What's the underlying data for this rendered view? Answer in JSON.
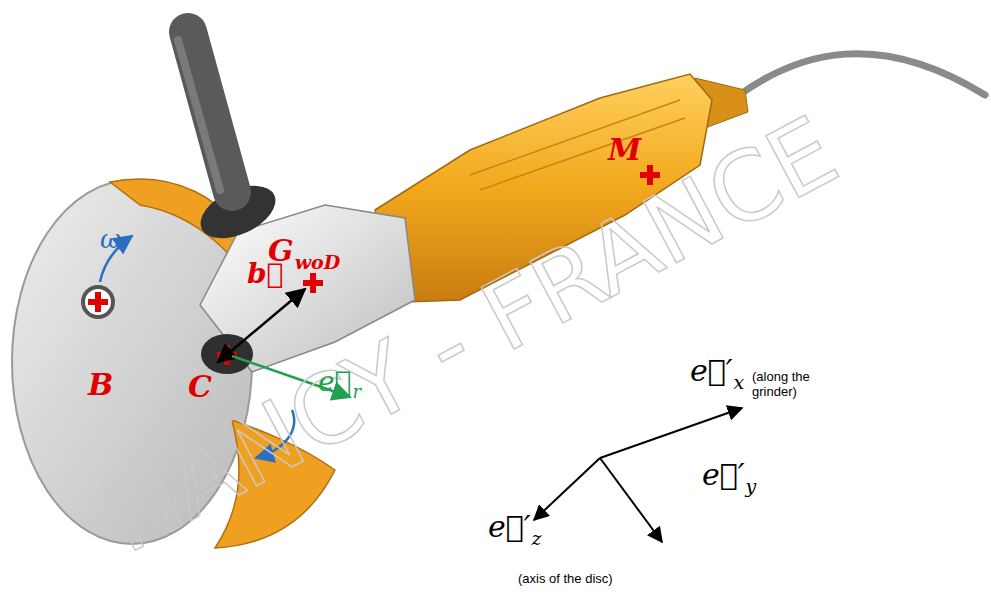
{
  "diagram": {
    "labels": [
      "ω",
      "B",
      "C",
      "b⃗",
      "G",
      "woD",
      "e⃗",
      "r",
      "M",
      "e⃗′",
      "x",
      "(along the grinder)",
      "e⃗′",
      "y",
      "e⃗′",
      "z",
      "(axis of the disc)",
      "NANCY - FRANCE"
    ]
  }
}
